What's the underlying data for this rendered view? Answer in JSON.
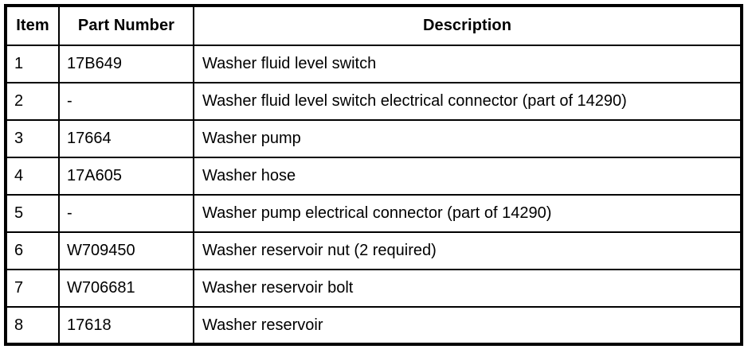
{
  "table": {
    "name": "washer-system-parts-table",
    "columns": [
      {
        "key": "item",
        "label": "Item",
        "align": "center"
      },
      {
        "key": "part_number",
        "label": "Part Number",
        "align": "center"
      },
      {
        "key": "description",
        "label": "Description",
        "align": "center"
      }
    ],
    "rows": [
      {
        "item": "1",
        "part_number": "17B649",
        "description": "Washer fluid level switch"
      },
      {
        "item": "2",
        "part_number": "-",
        "description": "Washer fluid level switch electrical connector (part of 14290)"
      },
      {
        "item": "3",
        "part_number": "17664",
        "description": "Washer pump"
      },
      {
        "item": "4",
        "part_number": "17A605",
        "description": "Washer hose"
      },
      {
        "item": "5",
        "part_number": "-",
        "description": "Washer pump electrical connector (part of 14290)"
      },
      {
        "item": "6",
        "part_number": "W709450",
        "description": "Washer reservoir nut (2 required)"
      },
      {
        "item": "7",
        "part_number": "W706681",
        "description": "Washer reservoir bolt"
      },
      {
        "item": "8",
        "part_number": "17618",
        "description": "Washer reservoir"
      }
    ]
  },
  "colors": {
    "background": "#ffffff",
    "text": "#000000",
    "border": "#000000"
  }
}
